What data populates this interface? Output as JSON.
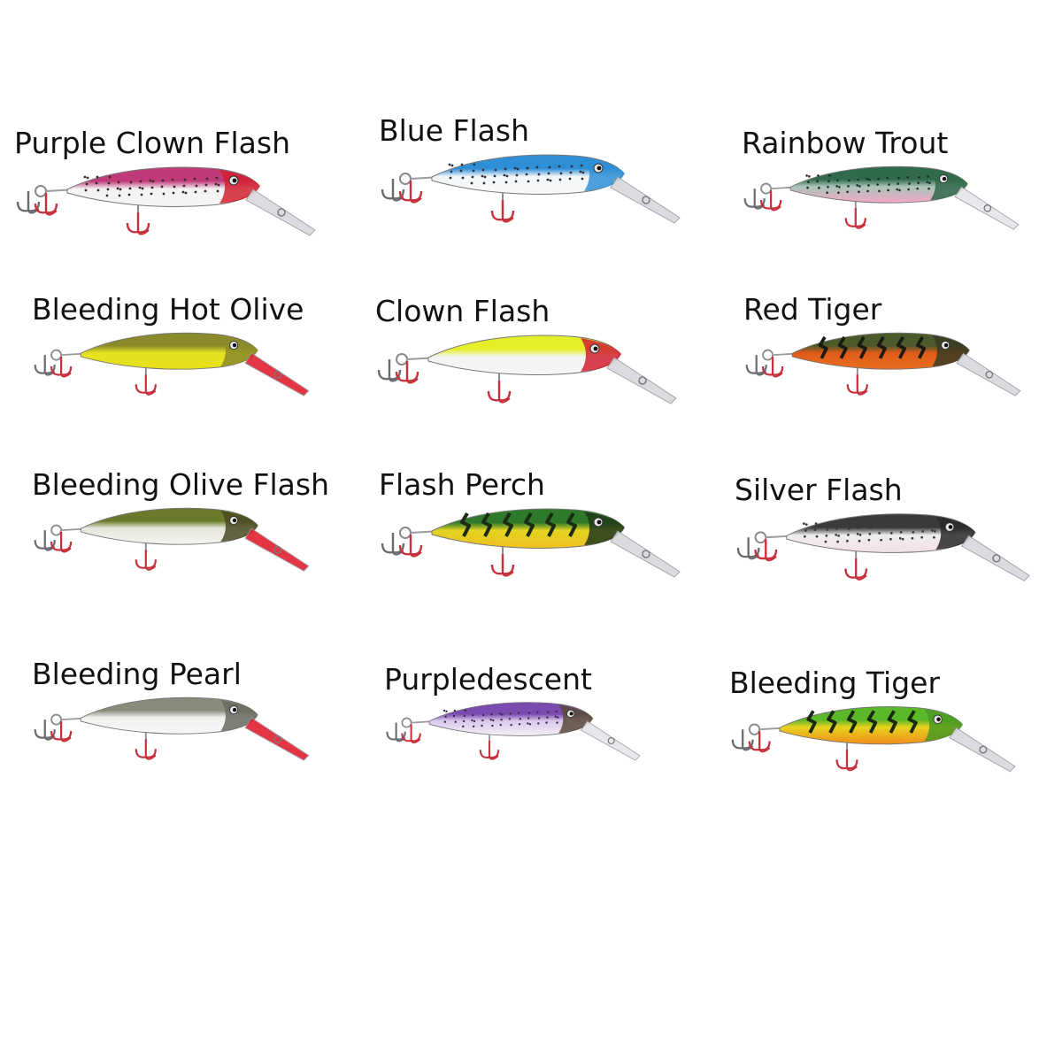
{
  "lures": [
    {
      "name": "Purple Clown Flash",
      "colors": {
        "top": "#c03a7a",
        "body": "#f4f2f4",
        "belly": "#f6f6f6",
        "head": "#d22030",
        "lip": "#d8d8de",
        "hooks": "#c8303c",
        "pattern": "spots",
        "pattern_color": "#3a2a2a"
      }
    },
    {
      "name": "Blue Flash",
      "colors": {
        "top": "#2f8fd6",
        "body": "#f4f6f8",
        "belly": "#f7f7f7",
        "head": "#2f8fd6",
        "lip": "#d8d8de",
        "hooks": "#c8303c",
        "pattern": "spots",
        "pattern_color": "#2c3440"
      }
    },
    {
      "name": "Rainbow Trout",
      "colors": {
        "top": "#2f6a4a",
        "body": "#a8c4b8",
        "belly": "#f4a8c8",
        "head": "#2f6a4a",
        "lip": "#e6e6ea",
        "hooks": "#c8303c",
        "pattern": "spots",
        "pattern_color": "#1e2e24"
      }
    },
    {
      "name": "Bleeding Hot Olive",
      "colors": {
        "top": "#8a8a2a",
        "body": "#e4e220",
        "belly": "#e8e018",
        "head": "#8a8a2a",
        "lip": "#e02030",
        "hooks": "#c8303c",
        "pattern": "none",
        "pattern_color": "#000000"
      }
    },
    {
      "name": "Clown Flash",
      "colors": {
        "top": "#e4ef2a",
        "body": "#f4f4f4",
        "belly": "#f6f6f6",
        "head": "#d22030",
        "lip": "#d8d8de",
        "hooks": "#c8303c",
        "pattern": "none",
        "pattern_color": "#000000"
      }
    },
    {
      "name": "Red Tiger",
      "colors": {
        "top": "#4a5a2a",
        "body": "#e05a1a",
        "belly": "#e8701e",
        "head": "#3a3a22",
        "lip": "#d8d8de",
        "hooks": "#c8303c",
        "pattern": "stripes",
        "pattern_color": "#1a1a12"
      }
    },
    {
      "name": "Bleeding Olive Flash",
      "colors": {
        "top": "#6a7a2a",
        "body": "#e6e6dc",
        "belly": "#f4f4f2",
        "head": "#4a4a22",
        "lip": "#e02030",
        "hooks": "#c8303c",
        "pattern": "none",
        "pattern_color": "#000000"
      }
    },
    {
      "name": "Flash Perch",
      "colors": {
        "top": "#2e7a2a",
        "body": "#e4d422",
        "belly": "#f0c020",
        "head": "#1e3a1a",
        "lip": "#d8d8de",
        "hooks": "#c8303c",
        "pattern": "stripes",
        "pattern_color": "#1a2a14"
      }
    },
    {
      "name": "Silver Flash",
      "colors": {
        "top": "#3a3a3a",
        "body": "#eeeeee",
        "belly": "#f4e0e4",
        "head": "#2a2a2a",
        "lip": "#d8d8de",
        "hooks": "#c8303c",
        "pattern": "spots",
        "pattern_color": "#3a3a3a"
      }
    },
    {
      "name": "Bleeding Pearl",
      "colors": {
        "top": "#8a8a7a",
        "body": "#f0f0ee",
        "belly": "#f6f6f6",
        "head": "#6a6a60",
        "lip": "#e02030",
        "hooks": "#c8303c",
        "pattern": "none",
        "pattern_color": "#000000"
      }
    },
    {
      "name": "Purpledescent",
      "colors": {
        "top": "#7a4ab0",
        "body": "#d8c8ea",
        "belly": "#f4f0f6",
        "head": "#5a4a3a",
        "lip": "#e6e6ea",
        "hooks": "#c8303c",
        "pattern": "spots",
        "pattern_color": "#3a2a4a"
      }
    },
    {
      "name": "Bleeding Tiger",
      "colors": {
        "top": "#5ab82a",
        "body": "#e8d21e",
        "belly": "#f08c1a",
        "head": "#4a9a22",
        "lip": "#d8d8de",
        "hooks": "#c8303c",
        "pattern": "stripes",
        "pattern_color": "#1a2a10"
      }
    }
  ]
}
